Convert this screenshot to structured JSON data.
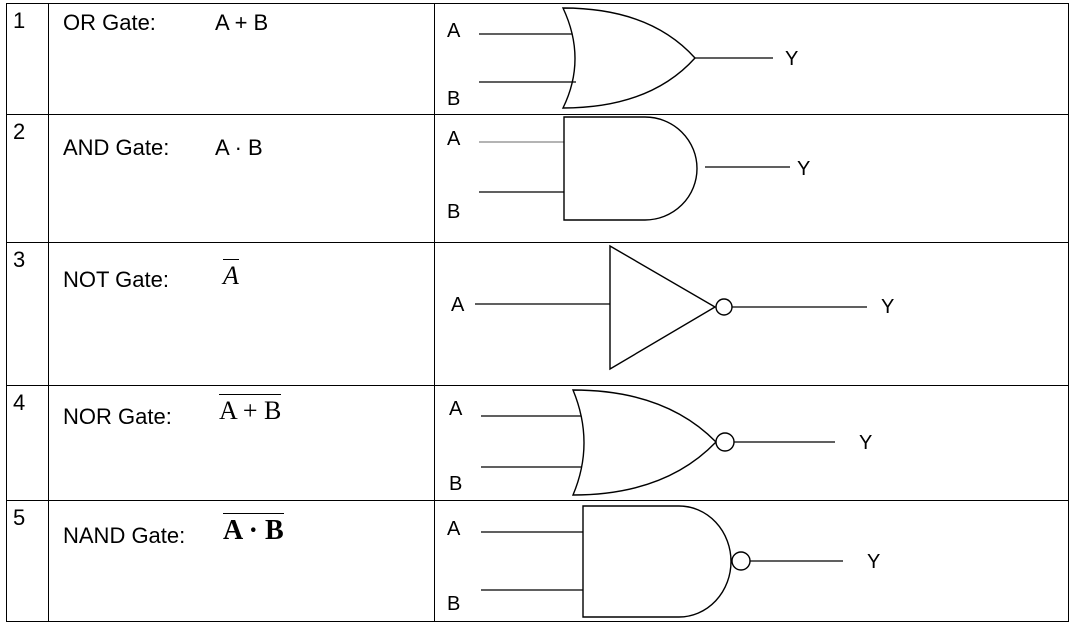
{
  "rows": [
    {
      "num": "1",
      "name": "OR Gate:",
      "expr": "A + B",
      "in_a": "A",
      "in_b": "B",
      "out": "Y"
    },
    {
      "num": "2",
      "name": "AND Gate:",
      "expr": "A · B",
      "in_a": "A",
      "in_b": "B",
      "out": "Y"
    },
    {
      "num": "3",
      "name": "NOT Gate:",
      "expr": "A",
      "in_a": "A",
      "out": "Y"
    },
    {
      "num": "4",
      "name": "NOR Gate:",
      "expr": "A + B",
      "in_a": "A",
      "in_b": "B",
      "out": "Y"
    },
    {
      "num": "5",
      "name": "NAND Gate:",
      "expr": "A · B",
      "in_a": "A",
      "in_b": "B",
      "out": "Y"
    }
  ]
}
